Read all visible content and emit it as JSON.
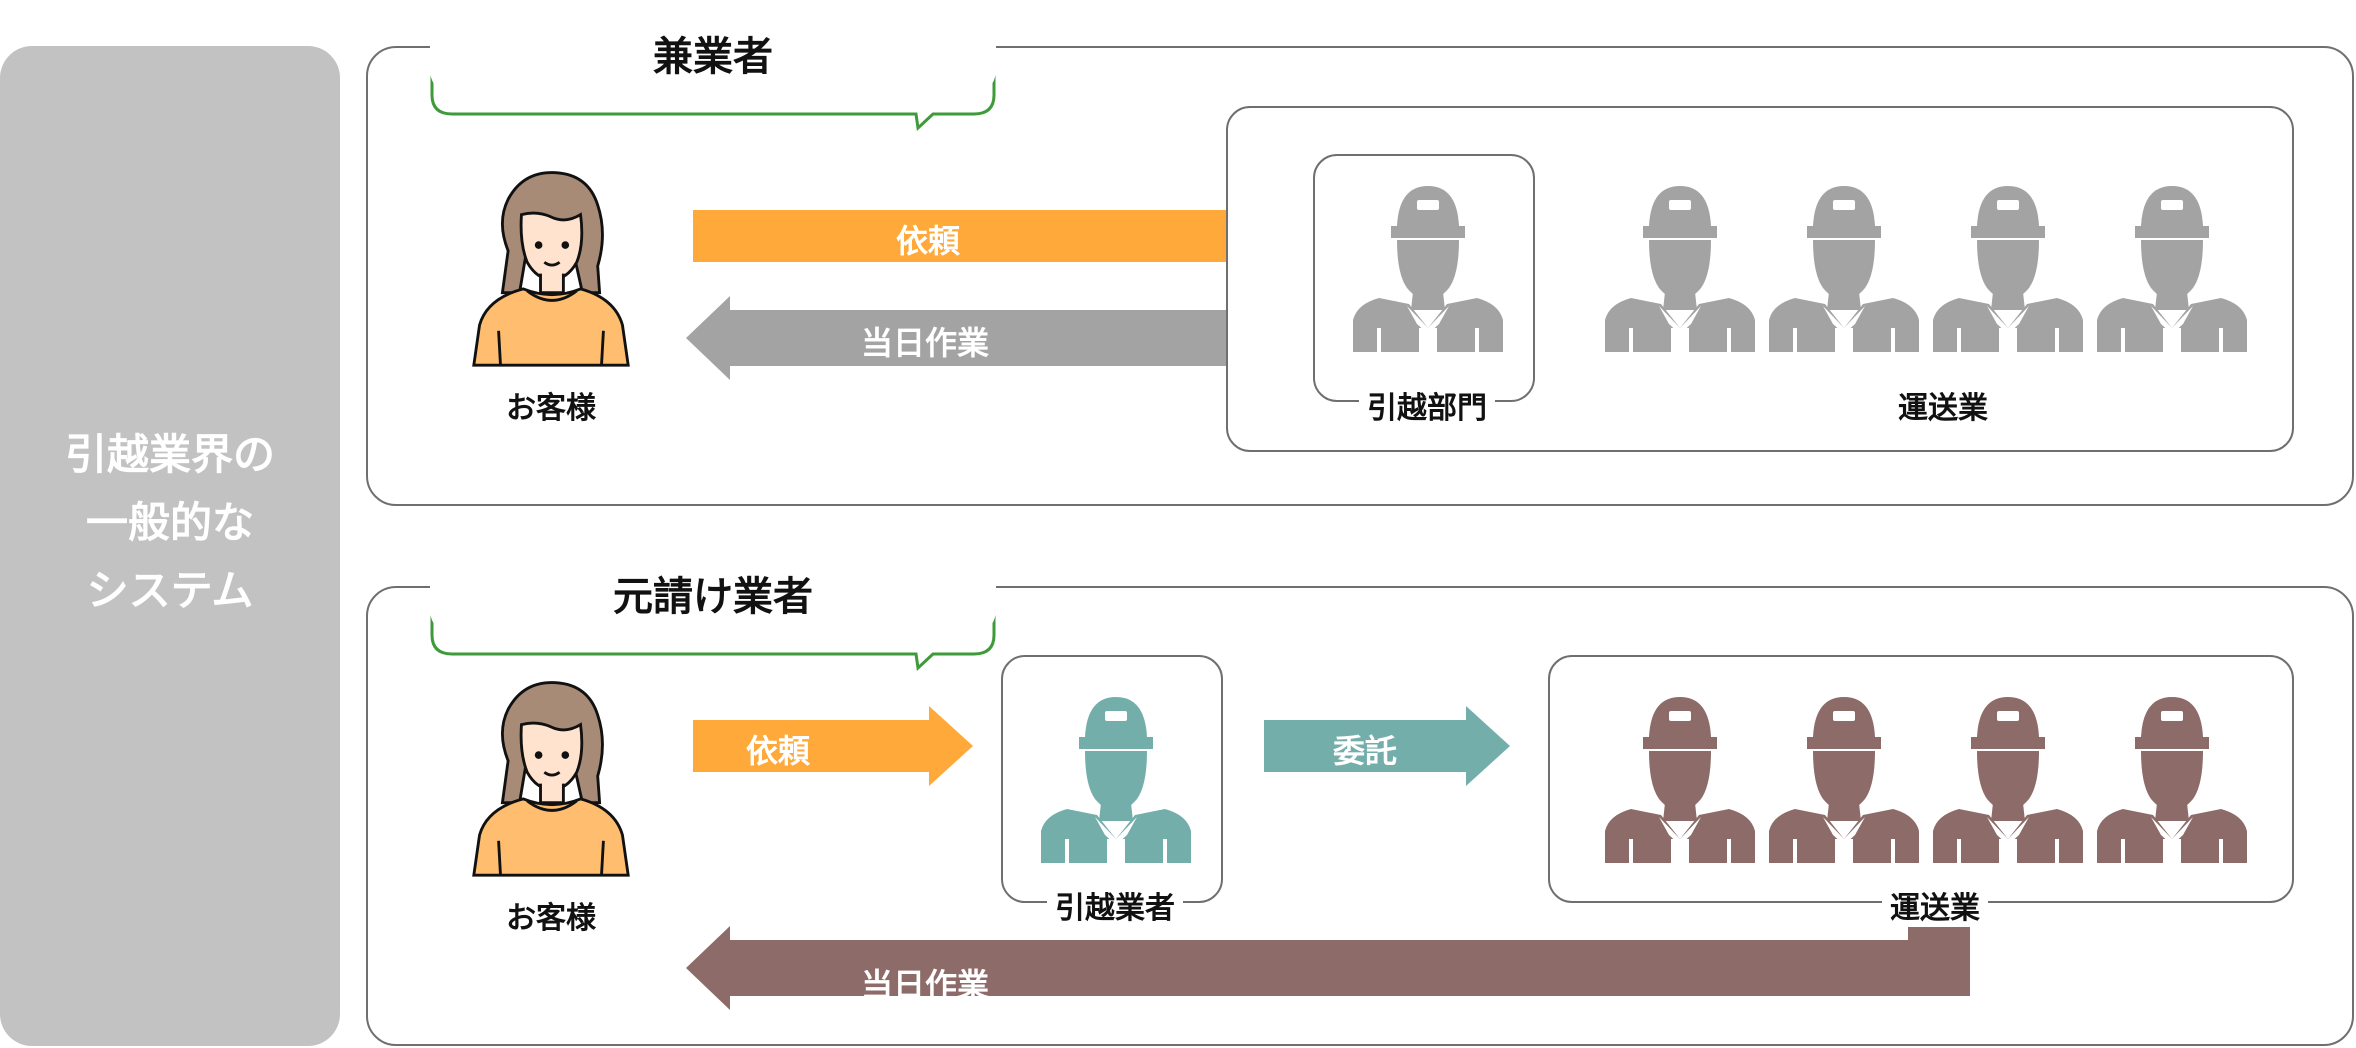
{
  "side": {
    "title": "引越業界の\n一般的な\nシステム"
  },
  "top": {
    "bubble": "兼業者",
    "customer_label": "お客様",
    "request_label": "依頼",
    "sameday_label": "当日作業",
    "dept_label": "引越部門",
    "transport_label": "運送業"
  },
  "bottom": {
    "bubble": "元請け業者",
    "customer_label": "お客様",
    "request_label": "依頼",
    "mover_label": "引越業者",
    "consign_label": "委託",
    "transport_label": "運送業",
    "sameday_label": "当日作業"
  },
  "colors": {
    "orange": "#ffa93a",
    "gray": "#a3a3a3",
    "teal": "#74aeab",
    "brown": "#8c6b69",
    "bubble_green": "#3f9a3a",
    "panel_border": "#6f6f6f",
    "side_bg": "#c2c2c2",
    "hair": "#a88b77",
    "skin": "#ffe3cf",
    "shirt": "#ffbe6f"
  }
}
